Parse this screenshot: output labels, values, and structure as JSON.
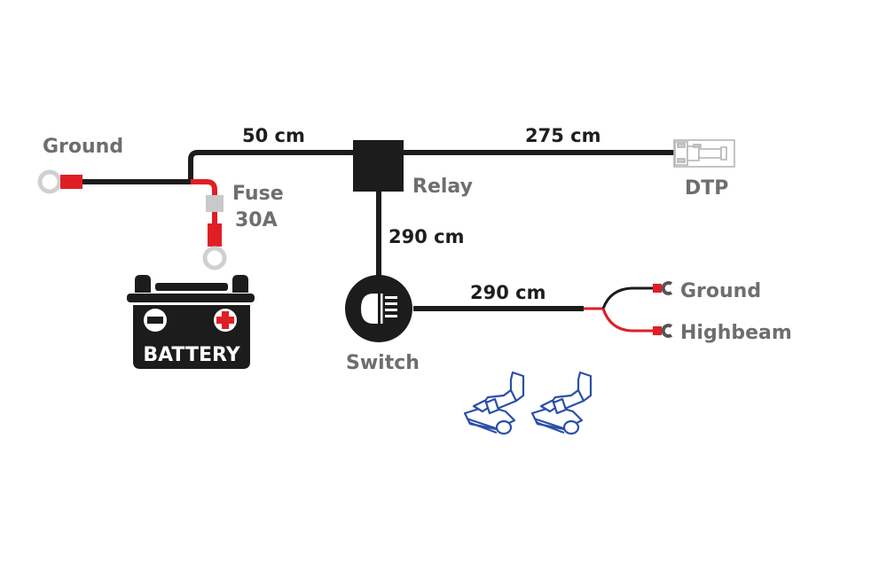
{
  "diagram": {
    "title": "Light bar wiring harness",
    "components": {
      "ground_left": {
        "label": "Ground"
      },
      "fuse": {
        "label_line1": "Fuse",
        "label_line2": "30A"
      },
      "battery": {
        "label": "BATTERY",
        "negative_symbol": "minus",
        "positive_symbol": "plus"
      },
      "relay": {
        "label": "Relay"
      },
      "dtp": {
        "label": "DTP"
      },
      "switch": {
        "label": "Switch",
        "icon": "headlight-high-beam-icon"
      },
      "ground_right": {
        "label": "Ground"
      },
      "highbeam": {
        "label": "Highbeam"
      },
      "connectors": {
        "count": 2,
        "icon": "t-tap-connector-icon"
      }
    },
    "wire_lengths": {
      "ground_to_relay": "50 cm",
      "relay_to_dtp": "275 cm",
      "relay_to_switch": "290 cm",
      "switch_to_split": "290 cm"
    },
    "colors": {
      "wire_black": "#1c1c1c",
      "wire_red": "#e01e26",
      "terminal_ring": "#d0d0d0",
      "label_gray": "#6e6e6e",
      "connector_blue": "#2b4fa8"
    }
  }
}
